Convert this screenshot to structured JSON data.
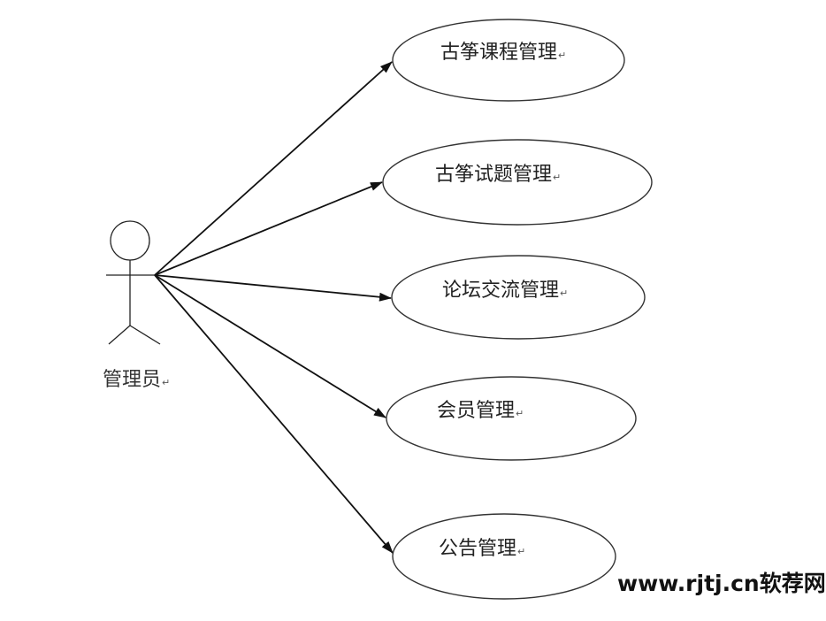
{
  "diagram": {
    "type": "use-case",
    "actor": {
      "label": "管理员",
      "para_mark": "↵"
    },
    "use_cases": [
      {
        "label": "古筝课程管理",
        "para_mark": "↵"
      },
      {
        "label": "古筝试题管理",
        "para_mark": "↵"
      },
      {
        "label": "论坛交流管理",
        "para_mark": "↵"
      },
      {
        "label": "会员管理",
        "para_mark": "↵"
      },
      {
        "label": "公告管理",
        "para_mark": "↵"
      }
    ],
    "colors": {
      "line": "#111111",
      "ellipse_stroke": "#333333",
      "background": "#ffffff"
    }
  },
  "watermark": {
    "text": "www.rjtj.cn软荐网"
  }
}
